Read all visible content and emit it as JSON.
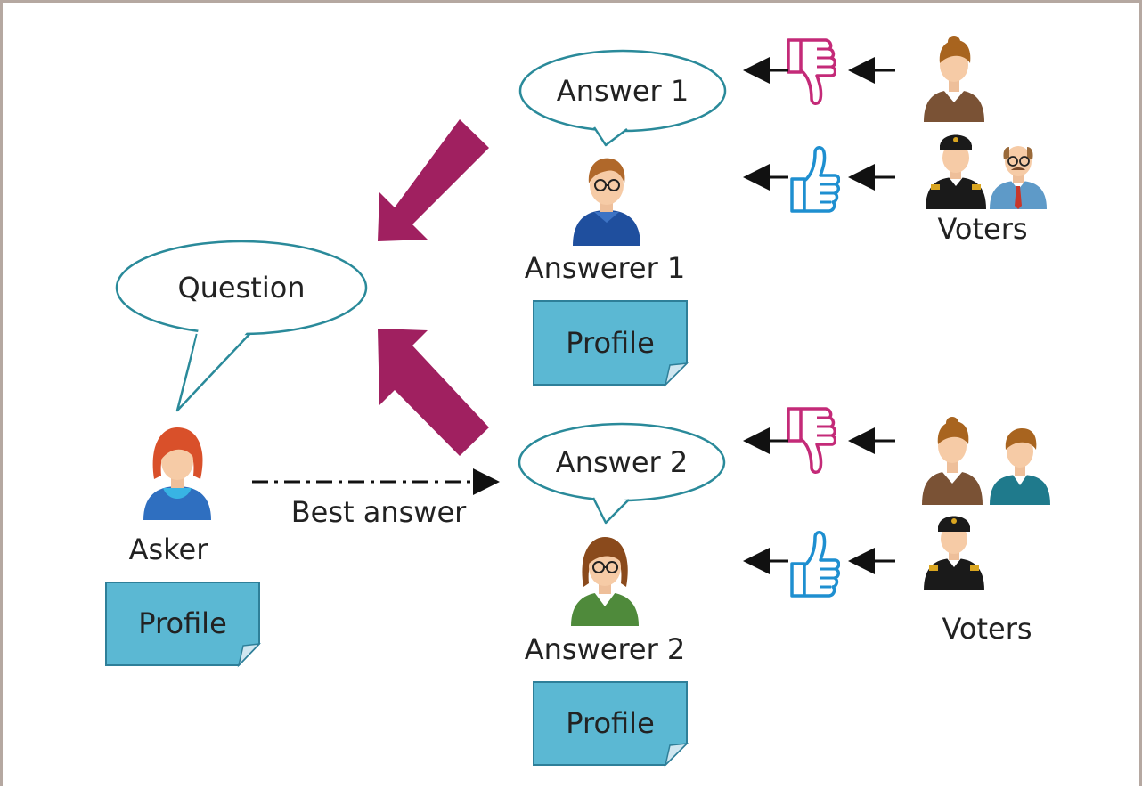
{
  "colors": {
    "bubble_stroke": "#2a8a9a",
    "profile_fill": "#5bb8d3",
    "profile_stroke": "#2e7f99",
    "profile_fold": "#cfe6f0",
    "big_arrow": "#a02060",
    "thumbs_down": "#c42a78",
    "thumbs_up": "#1e8fd0",
    "frame": "#b5a8a1"
  },
  "icons": {
    "asker": "asker-avatar-icon",
    "answerer1": "answerer-avatar-icon",
    "answerer2": "answerer-avatar-icon",
    "voter": "voter-avatar-icon",
    "thumbs_up": "thumbs-up-icon",
    "thumbs_down": "thumbs-down-icon"
  },
  "labels": {
    "question": "Question",
    "asker": "Asker",
    "answer1": "Answer 1",
    "answerer1": "Answerer 1",
    "answer2": "Answer 2",
    "answerer2": "Answerer 2",
    "profile": "Profile",
    "best_answer": "Best answer",
    "voters": "Voters"
  }
}
